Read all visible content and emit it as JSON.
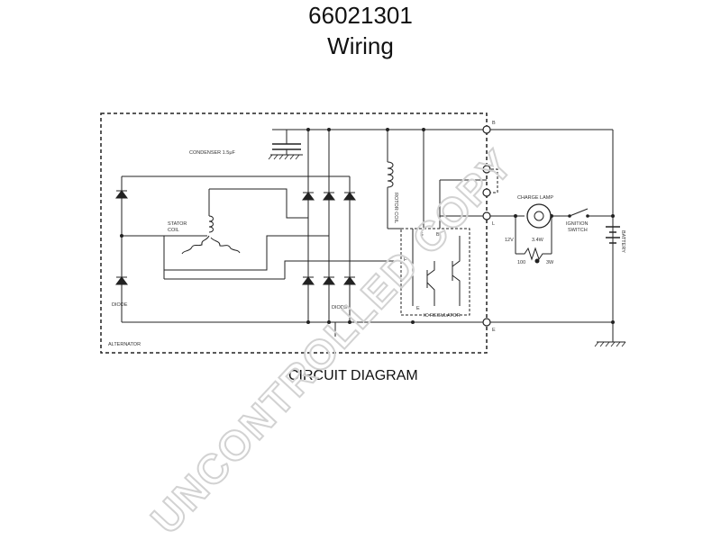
{
  "header": {
    "part_number": "66021301",
    "subtitle": "Wiring"
  },
  "diagram": {
    "caption": "CIRCUIT DIAGRAM",
    "labels": {
      "condenser": "CONDENSER 1.5μF",
      "stator_coil_1": "STATOR",
      "stator_coil_2": "COIL",
      "rotor_coil": "ROTOR COIL",
      "diode_left": "DIODE",
      "diode_right": "DIODE",
      "alternator": "ALTERNATOR",
      "ic_regulator": "IC REGULATOR",
      "charge_lamp": "CHARGE LAMP",
      "ignition_switch_1": "IGNITION",
      "ignition_switch_2": "SWITCH",
      "battery": "BATTERY",
      "lamp_voltage": "12V",
      "lamp_watt": "3.4W",
      "resistor_ohm": "100",
      "resistor_watt": "3W",
      "terminal_b": "B",
      "terminal_l": "L",
      "terminal_e": "E",
      "reg_s": "S",
      "reg_b": "B",
      "reg_f": "F",
      "reg_e": "E"
    }
  },
  "watermark": "UNCONTROLLED COPY"
}
